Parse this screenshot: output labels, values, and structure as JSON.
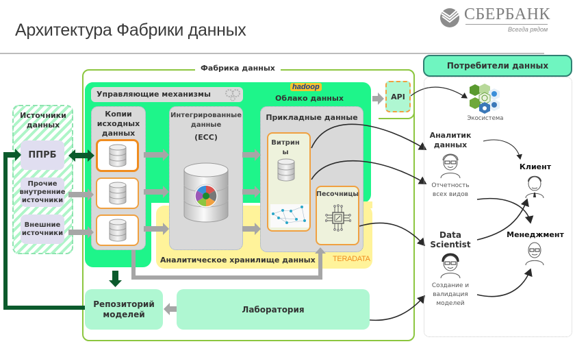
{
  "header": {
    "title": "Архитектура Фабрики данных",
    "logo_name": "СБЕРБАНК",
    "logo_slogan": "Всегда рядом"
  },
  "sources": {
    "title": "Источники данных",
    "items": [
      {
        "label": "ППРБ"
      },
      {
        "label": "Прочие внутренние источники"
      },
      {
        "label": "Внешние источники"
      }
    ]
  },
  "factory": {
    "label": "Фабрика данных",
    "management": "Управляющие механизмы",
    "copies_title": "Копии исходных данных",
    "integrated_title": "Интегрированные данные",
    "integrated_subtitle": "(ЕСС)",
    "cloud_brand": "hadoop",
    "cloud_title": "Облако данных",
    "applied_title": "Прикладные данные",
    "showcases": "Витрины",
    "sandboxes": "Песочницы",
    "warehouse_title": "Аналитическое хранилище данных",
    "warehouse_brand": "TERADATA",
    "repository": "Репозиторий моделей",
    "laboratory": "Лаборатория",
    "api": "API"
  },
  "consumers": {
    "title": "Потребители данных",
    "ecosystem": "Экосистема",
    "analyst": {
      "name": "Аналитик данных",
      "desc": "Отчетность всех видов"
    },
    "scientist": {
      "name": "Data Scientist",
      "desc": "Создание и валидация моделей"
    },
    "client": {
      "name": "Клиент"
    },
    "management": {
      "name": "Менеджмент"
    }
  },
  "colors": {
    "factory_green": "#1ef58a",
    "outline_green": "#8cc63f",
    "warehouse_yellow": "#fff39a",
    "lab_mint": "#aff7d2",
    "db_border_orange": "#f0a040",
    "dark_arrow_green": "#0b5a2c",
    "gray_arrow": "#a6a6a6"
  }
}
